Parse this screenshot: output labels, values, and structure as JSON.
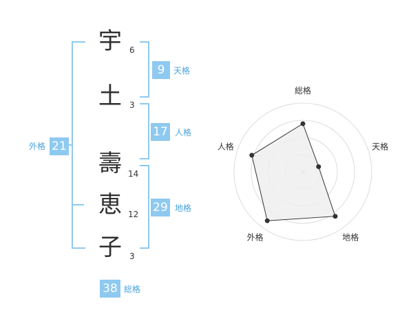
{
  "name": {
    "characters": [
      {
        "char": "宇",
        "strokes": "6"
      },
      {
        "char": "土",
        "strokes": "3"
      },
      {
        "char": "壽",
        "strokes": "14"
      },
      {
        "char": "恵",
        "strokes": "12"
      },
      {
        "char": "子",
        "strokes": "3"
      }
    ]
  },
  "fortunes": {
    "tenkaku": {
      "value": "9",
      "label": "天格"
    },
    "jinkaku": {
      "value": "17",
      "label": "人格"
    },
    "chikaku": {
      "value": "29",
      "label": "地格"
    },
    "gaikaku": {
      "value": "21",
      "label": "外格"
    },
    "soukaku": {
      "value": "38",
      "label": "総格"
    }
  },
  "colors": {
    "accent": "#8ec9f0",
    "label": "#4aa3dc",
    "fill": "#efefef"
  },
  "chart_data": {
    "type": "radar",
    "axes": [
      "総格",
      "天格",
      "地格",
      "外格",
      "人格"
    ],
    "values": [
      3.5,
      1.2,
      4.0,
      4.4,
      3.9
    ],
    "rmax": 5,
    "rings": 4
  }
}
